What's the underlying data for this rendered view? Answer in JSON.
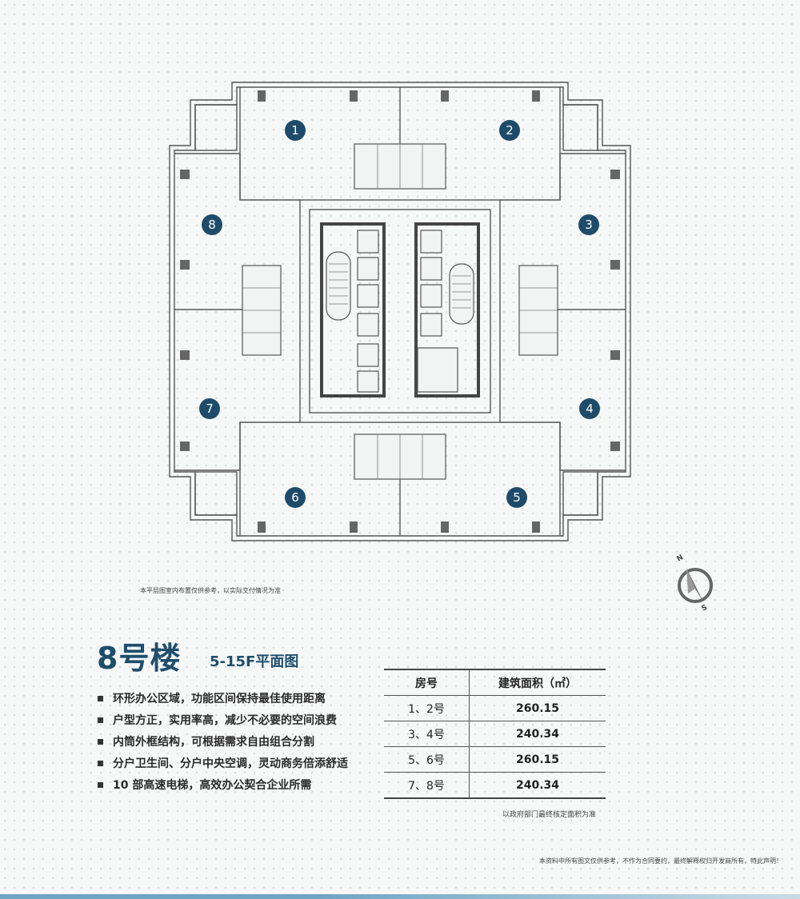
{
  "plan": {
    "units": [
      "1",
      "2",
      "3",
      "4",
      "5",
      "6",
      "7",
      "8"
    ],
    "disclaimer": "本平层图室内布置仅供参考，以实际交付情况为准",
    "badge_color": "#1e4b6a"
  },
  "compass": {
    "north": "N",
    "south": "S"
  },
  "title": {
    "main": "8号楼",
    "sub": "5-15F平面图"
  },
  "features": [
    "环形办公区域，功能区间保持最佳使用距离",
    "户型方正，实用率高，减少不必要的空间浪费",
    "内筒外框结构，可根据需求自由组合分割",
    "分户卫生间、分户中央空调，灵动商务倍添舒适",
    "10 部高速电梯，高效办公契合企业所需"
  ],
  "area_table": {
    "headers": [
      "房号",
      "建筑面积（㎡）"
    ],
    "rows": [
      [
        "1、2号",
        "260.15"
      ],
      [
        "3、4号",
        "240.34"
      ],
      [
        "5、6号",
        "260.15"
      ],
      [
        "7、8号",
        "240.34"
      ]
    ],
    "note": "以政府部门最终核定面积为准"
  },
  "legal_note": "本资料中所有图文仅供参考，不作为合同要约，最终解释权归开发商所有，特此声明！",
  "colors": {
    "accent": "#1f4e6c",
    "line": "#555555",
    "bar": "#6da5c4"
  }
}
